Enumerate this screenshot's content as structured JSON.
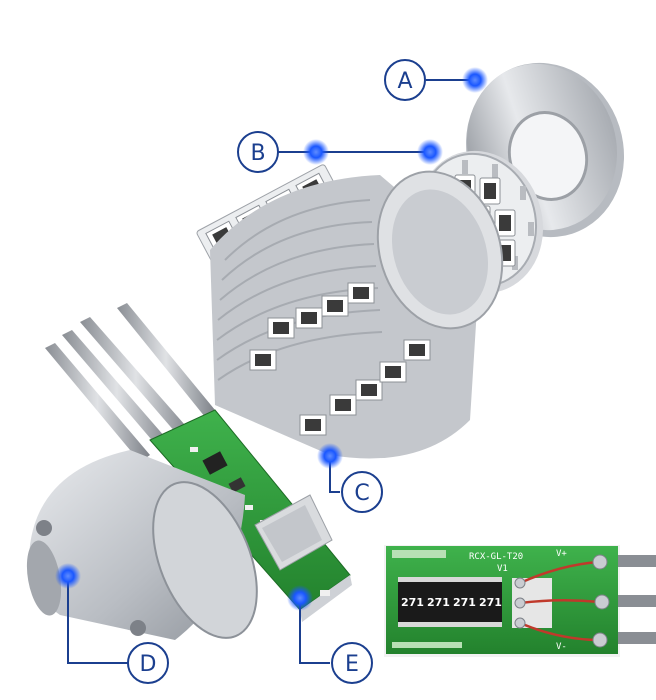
{
  "callouts": [
    {
      "letter": "A"
    },
    {
      "letter": "B"
    },
    {
      "letter": "C"
    },
    {
      "letter": "D"
    },
    {
      "letter": "E"
    }
  ],
  "pcb_inset": {
    "model": "RCX-GL-T20",
    "version": "V1",
    "v_plus": "V+",
    "v_minus": "V-",
    "resistor_codes": [
      "271",
      "271",
      "271",
      "271"
    ]
  },
  "colors": {
    "callout_blue": "#1b3f8f",
    "dot_blue": "#1a57ff",
    "pcb_green": "#2f9a3b",
    "metal": "#c9cbcf"
  }
}
